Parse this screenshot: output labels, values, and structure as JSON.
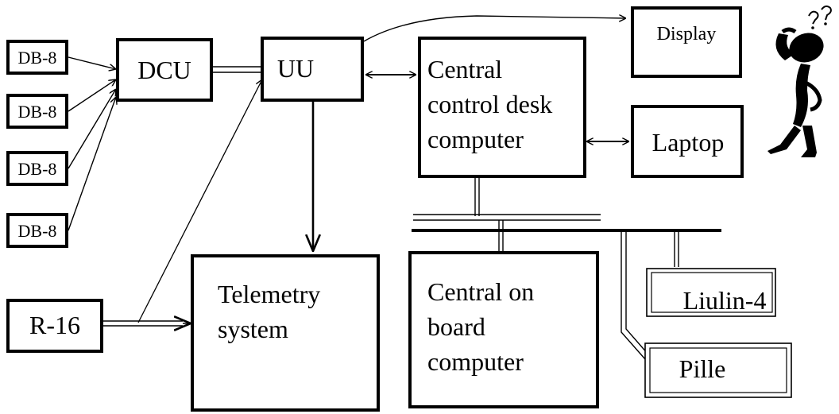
{
  "blocks": {
    "db8_1": "DB-8",
    "db8_2": "DB-8",
    "db8_3": "DB-8",
    "db8_4": "DB-8",
    "dcu": "DCU",
    "uu": "UU",
    "display": "Display",
    "central_control_desk": [
      "Central",
      "control desk",
      "computer"
    ],
    "laptop": "Laptop",
    "r16": "R-16",
    "telemetry": [
      "Telemetry",
      "system"
    ],
    "central_on_board": [
      "Central on",
      "board",
      "computer"
    ],
    "liulin4": "Liulin-4",
    "pille": "Pille"
  },
  "icons": {
    "thinking_figure": "confused-person-icon"
  }
}
